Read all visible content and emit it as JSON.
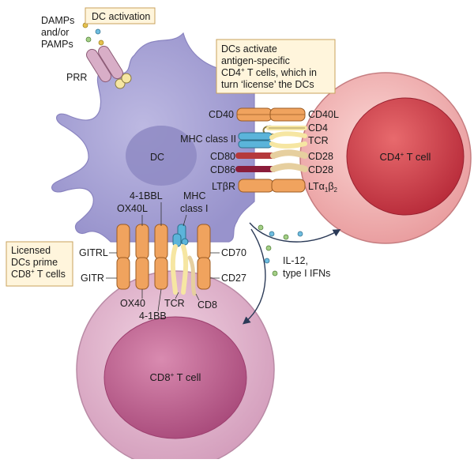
{
  "top_box": {
    "text": "DC activation"
  },
  "damps": {
    "line1": "DAMPs",
    "line2": "and/or",
    "line3": "PAMPs"
  },
  "prr": "PRR",
  "dc_label": "DC",
  "right_box": {
    "line1": "DCs activate",
    "line2": "antigen-specific",
    "line3_main": "CD4",
    "line3_sup": "+",
    "line3_rest": " T cells, which in",
    "line4": "turn ‘license’ the DCs"
  },
  "left_box": {
    "line1": "Licensed",
    "line2": "DCs prime",
    "line3_main": "CD8",
    "line3_sup": "+",
    "line3_rest": " T cells"
  },
  "cd4_cell": {
    "main": "CD4",
    "sup": "+",
    "rest": " T cell"
  },
  "cd8_cell": {
    "main": "CD8",
    "sup": "+",
    "rest": " T cell"
  },
  "dc_side_labels": {
    "cd40": "CD40",
    "mhc2": "MHC class II",
    "cd80": "CD80",
    "cd86": "CD86",
    "ltbr": "LTβR"
  },
  "t4_side_labels": {
    "cd40l": "CD40L",
    "cd4": "CD4",
    "tcr": "TCR",
    "cd28a": "CD28",
    "cd28b": "CD28",
    "lt_main": "LTα",
    "lt_sub1": "1",
    "lt_mid": "β",
    "lt_sub2": "2"
  },
  "bottom_labels": {
    "ligand_4_1bbl": "4-1BBL",
    "ox40l": "OX40L",
    "mhc1_line1": "MHC",
    "mhc1_line2": "class I",
    "gitrl": "GITRL",
    "gitr": "GITR",
    "cd70": "CD70",
    "cd27": "CD27",
    "ox40": "OX40",
    "tcr": "TCR",
    "cd8": "CD8",
    "r_4_1bb": "4-1BB"
  },
  "cytokines": {
    "line1": "IL-12,",
    "line2": "type I IFNs"
  },
  "colors": {
    "dc_body": "#a7a3d3",
    "dc_nucleus": "#8e89c3",
    "t_cell_outer": "#eea6a6",
    "t_cell_nucleus": "#d9434f",
    "cd8_outer": "#dcb0c8",
    "cd8_nucleus": "#c56a93",
    "receptor_orange": "#f0a35e",
    "label_box_bg": "#fff5dc",
    "label_box_border": "#c8a25c",
    "mhc_blue": "#5bb4da",
    "tcr_yellow": "#f6e6a2",
    "cd80_red": "#b53a3c",
    "cd86_maroon": "#8b1d3a",
    "prr_pink": "#d8aec7"
  }
}
